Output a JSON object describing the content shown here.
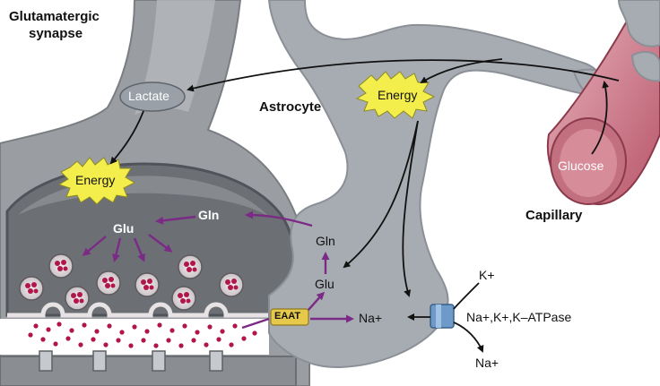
{
  "title": {
    "line1": "Glutamatergic",
    "line2": "synapse"
  },
  "labels": {
    "astrocyte": "Astrocyte",
    "capillary": "Capillary",
    "lactate": "Lactate",
    "glucose": "Glucose",
    "energy_neuron": "Energy",
    "energy_astrocyte": "Energy",
    "glu_neuron": "Glu",
    "gln_neuron": "Gln",
    "gln_astrocyte": "Gln",
    "glu_astrocyte": "Glu",
    "eaat": "EAAT",
    "na_in": "Na+",
    "k_plus": "K+",
    "atpase": "Na+,K+,K–ATPase",
    "na_out": "Na+"
  },
  "colors": {
    "neuron_membrane": "#8e9296",
    "neuron_fill": "#6c7075",
    "astrocyte_fill": "#a7acb2",
    "capillary": "#b8566a",
    "energy_star": "#f4ee4d",
    "glutamate_arrow": "#7b2a86",
    "vesicle_dot": "#b0164a",
    "eaat_box": "#e6c84a",
    "pump": "#6d9ac8"
  }
}
